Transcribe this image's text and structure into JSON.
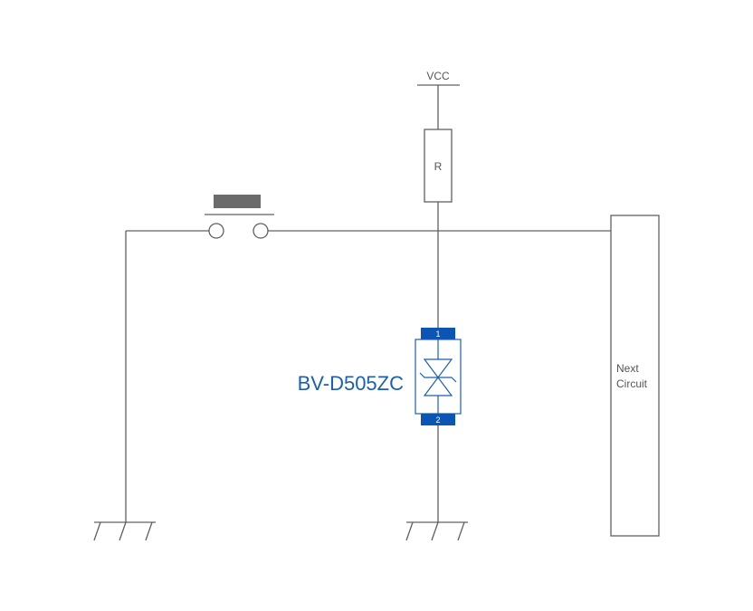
{
  "labels": {
    "vcc": "VCC",
    "resistor": "R",
    "part_number": "BV-D505ZC",
    "pin1": "1",
    "pin2": "2",
    "next_circuit_line1": "Next",
    "next_circuit_line2": "Circuit"
  },
  "colors": {
    "wire": "#606060",
    "accent": "#1a5fb4",
    "pad": "#0b55b5",
    "button_cap": "#6b6b6b"
  }
}
